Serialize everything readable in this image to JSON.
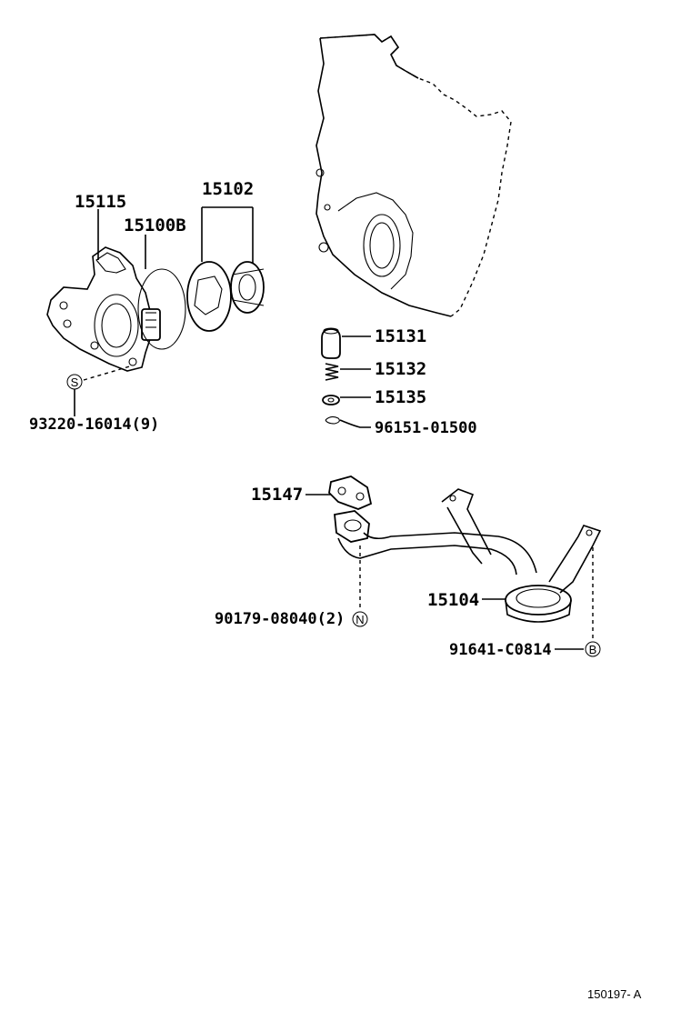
{
  "callouts": {
    "c15115": "15115",
    "c15100b": "15100B",
    "c15102": "15102",
    "c15131": "15131",
    "c15132": "15132",
    "c15135": "15135",
    "c96151": "96151-01500",
    "c93220": "93220-16014(9)",
    "c15147": "15147",
    "c15104": "15104",
    "c90179": "90179-08040(2)",
    "c91641": "91641-C0814"
  },
  "markers": {
    "s": "S",
    "n": "N",
    "b": "B"
  },
  "figure_code": "150197- A"
}
